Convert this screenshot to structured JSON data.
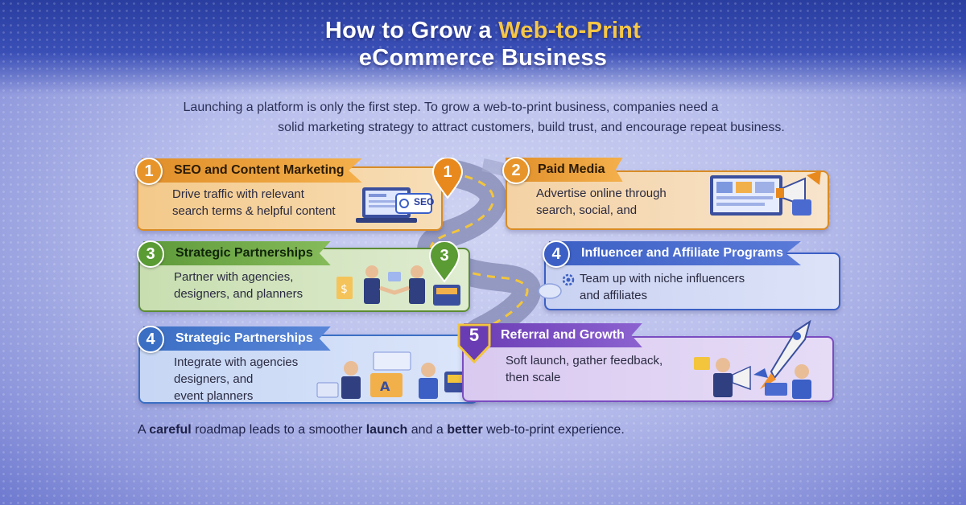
{
  "title": {
    "line1_prefix": "How to Grow a ",
    "line1_highlight": "Web-to-Print",
    "line2": "eCommerce Business"
  },
  "intro": {
    "line1": "Launching a platform is only the first step. To grow a web-to-print business, companies need a",
    "line2": "solid marketing strategy to attract customers, build trust, and encourage repeat business."
  },
  "cards": [
    {
      "number": "1",
      "title": "SEO and Content Marketing",
      "desc1": "Drive traffic with relevant",
      "desc2": "search terms & helpful content",
      "desc3": "",
      "pin": "1",
      "color": "#e99a2c"
    },
    {
      "number": "2",
      "title": "Paid Media",
      "desc1": "Advertise online through",
      "desc2": "search, social, and",
      "desc3": "",
      "color": "#e9862c"
    },
    {
      "number": "3",
      "title": "Strategic Partnerships",
      "desc1": "Partner with agencies,",
      "desc2": "designers, and planners",
      "desc3": "",
      "pin": "3",
      "color": "#5e9a3a"
    },
    {
      "number": "4",
      "title": "Influencer and Affiliate Programs",
      "desc1": "Team up with niche influencers",
      "desc2": "and affiliates",
      "desc3": "",
      "color": "#3b5fc4"
    },
    {
      "number": "4",
      "title": "Strategic Partnerships",
      "desc1": "Integrate with agencies",
      "desc2": "designers, and",
      "desc3": "event planners",
      "color": "#3b6fc4"
    },
    {
      "number": "5",
      "title": "Referral and Growth",
      "desc1": "Soft launch, gather feedback,",
      "desc2": "then scale",
      "desc3": "",
      "color": "#7a4cc0"
    }
  ],
  "seo_badge": "SEO",
  "footer": {
    "p1": "A ",
    "b1": "careful",
    "p2": " roadmap leads to a smoother ",
    "b2": "launch",
    "p3": " and a ",
    "b3": "better",
    "p4": " web-to-print experience."
  },
  "icons": [
    "laptop-seo-icon",
    "megaphone-ad-icon",
    "handshake-icon",
    "gear-icon",
    "video-meeting-icon",
    "rocket-icon"
  ]
}
